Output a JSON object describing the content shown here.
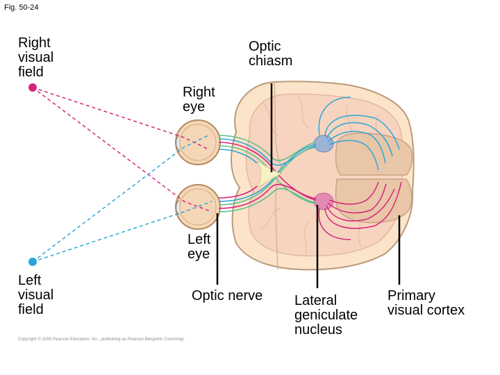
{
  "figure_label": "Fig. 50-24",
  "labels": {
    "right_visual_field": "Right\nvisual\nfield",
    "optic_chiasm": "Optic\nchiasm",
    "right_eye": "Right\neye",
    "left_eye": "Left\neye",
    "left_visual_field": "Left\nvisual\nfield",
    "optic_nerve": "Optic nerve",
    "lateral_geniculate_nucleus": "Lateral\ngeniculate\nnucleus",
    "primary_visual_cortex": "Primary\nvisual cortex"
  },
  "copyright": "Copyright © 2008 Pearson Education, Inc., publishing as Pearson Benjamin Cummings",
  "colors": {
    "right_field": "#d6247c",
    "left_field": "#2aa6d8",
    "pathway_green": "#5cc08a",
    "brain_fill": "#fbe4c9",
    "brain_outline": "#b99a78",
    "cortex_pink": "#f3c6b4"
  }
}
